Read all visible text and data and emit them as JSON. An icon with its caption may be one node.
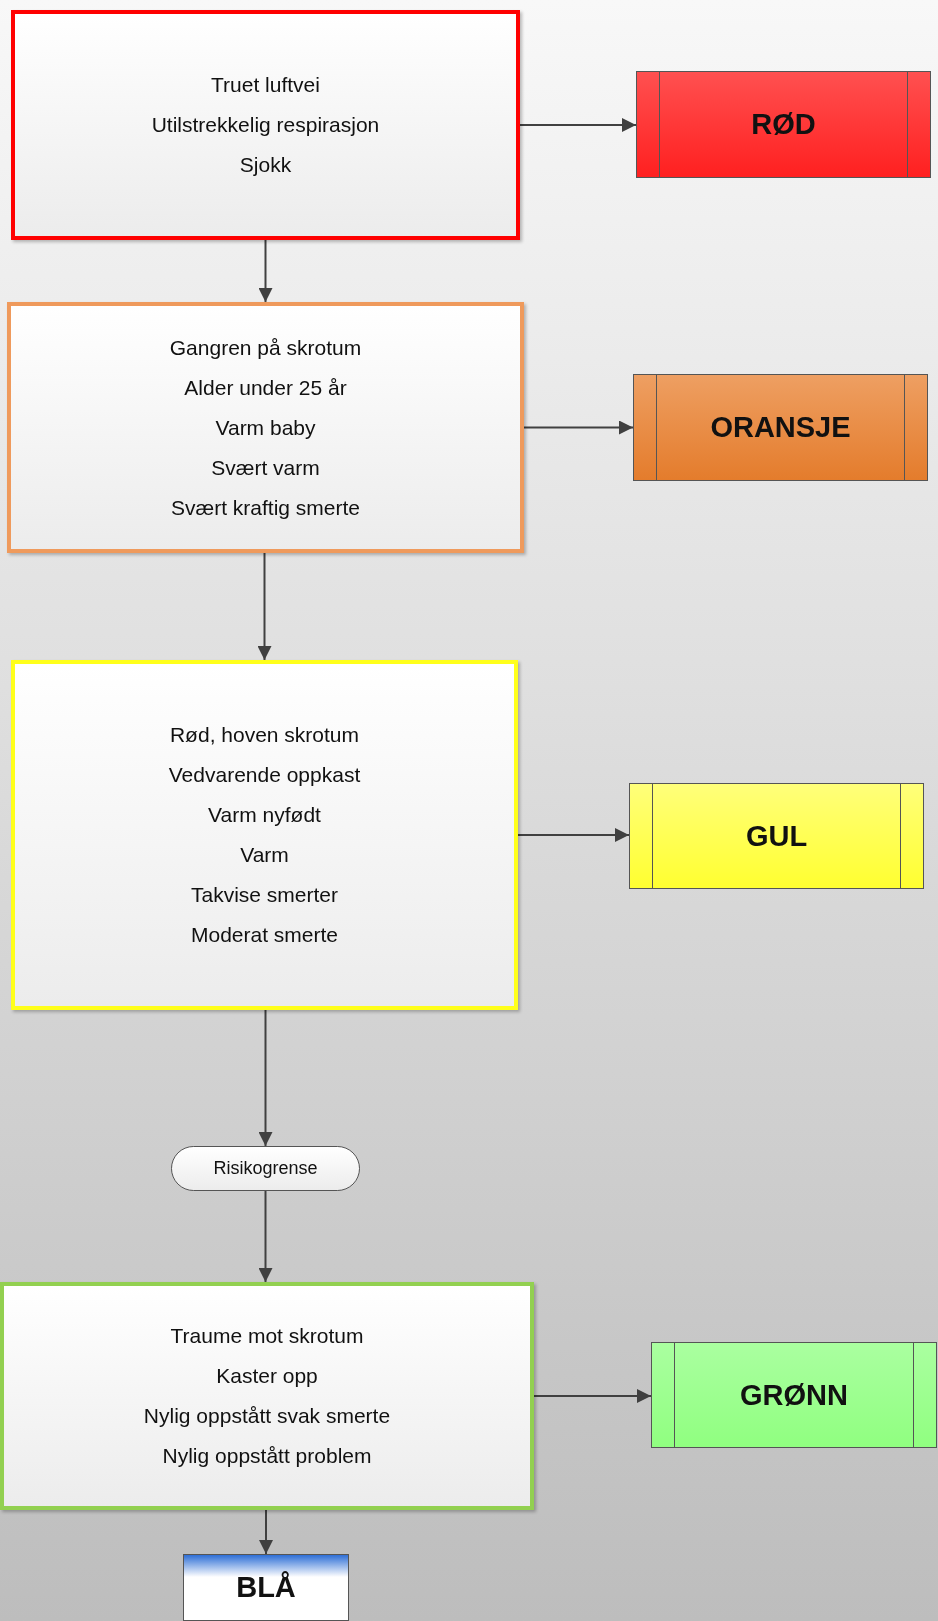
{
  "diagram": {
    "nodes": [
      {
        "text": [
          "Truet luftvei",
          "Utilstrekkelig respirasjon",
          "Sjokk"
        ]
      },
      {
        "text": [
          "RØD"
        ]
      },
      {
        "text": [
          "Gangren på skrotum",
          "Alder under 25 år",
          "Varm baby",
          "Svært varm",
          "Svært kraftig smerte"
        ]
      },
      {
        "text": [
          "ORANSJE"
        ]
      },
      {
        "text": [
          "Rød, hoven skrotum",
          "Vedvarende oppkast",
          "Varm nyfødt",
          "Varm",
          "Takvise smerter",
          "Moderat smerte"
        ]
      },
      {
        "text": [
          "GUL"
        ]
      },
      {
        "text": [
          "Risikogrense"
        ]
      },
      {
        "text": [
          "Traume mot skrotum",
          "Kaster opp",
          "Nylig oppstått svak smerte",
          "Nylig oppstått problem"
        ]
      },
      {
        "text": [
          "GRØNN"
        ]
      },
      {
        "text": [
          "BLÅ"
        ]
      }
    ],
    "edges": [
      {
        "from": 0,
        "to": 1,
        "arrow": "to"
      },
      {
        "from": 0,
        "to": 2,
        "arrow": "to"
      },
      {
        "from": 2,
        "to": 3,
        "arrow": "to"
      },
      {
        "from": 2,
        "to": 4,
        "arrow": "to"
      },
      {
        "from": 4,
        "to": 5,
        "arrow": "to"
      },
      {
        "from": 4,
        "to": 6,
        "arrow": "to"
      },
      {
        "from": 6,
        "to": 7,
        "arrow": "to"
      },
      {
        "from": 7,
        "to": 8,
        "arrow": "to"
      },
      {
        "from": 7,
        "to": 9,
        "arrow": "to"
      }
    ]
  }
}
